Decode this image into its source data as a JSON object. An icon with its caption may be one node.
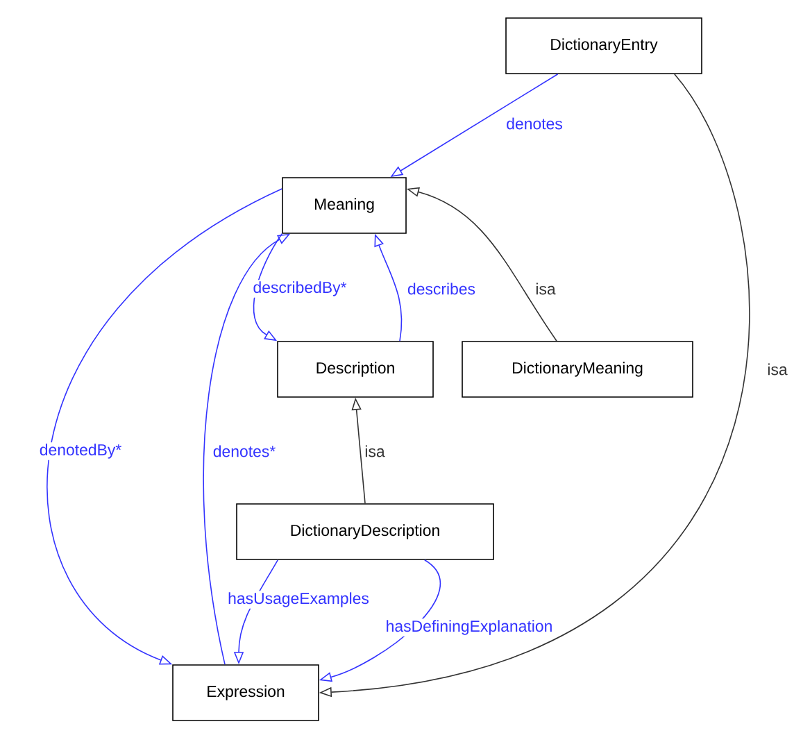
{
  "diagram": {
    "nodes": [
      {
        "text": [
          "DictionaryEntry"
        ]
      },
      {
        "text": [
          "Meaning"
        ]
      },
      {
        "text": [
          "Description"
        ]
      },
      {
        "text": [
          "DictionaryMeaning"
        ]
      },
      {
        "text": [
          "DictionaryDescription"
        ]
      },
      {
        "text": [
          "Expression"
        ]
      }
    ],
    "edges": [
      {
        "from": 0,
        "to": 1,
        "arrow": "to",
        "label": "denotes",
        "color": "#3333ff"
      },
      {
        "from": 1,
        "to": 2,
        "arrow": "to",
        "label": "describedBy*",
        "color": "#3333ff"
      },
      {
        "from": 2,
        "to": 1,
        "arrow": "to",
        "label": "describes",
        "color": "#3333ff"
      },
      {
        "from": 3,
        "to": 1,
        "arrow": "to",
        "label": "isa",
        "color": "#333333"
      },
      {
        "from": 1,
        "to": 5,
        "arrow": "to",
        "label": "denotedBy*",
        "color": "#3333ff"
      },
      {
        "from": 5,
        "to": 1,
        "arrow": "to",
        "label": "denotes*",
        "color": "#3333ff"
      },
      {
        "from": 4,
        "to": 2,
        "arrow": "to",
        "label": "isa",
        "color": "#333333"
      },
      {
        "from": 0,
        "to": 5,
        "arrow": "to",
        "label": "isa",
        "color": "#333333"
      },
      {
        "from": 4,
        "to": 5,
        "arrow": "to",
        "label": "hasUsageExamples",
        "color": "#3333ff"
      },
      {
        "from": 4,
        "to": 5,
        "arrow": "to",
        "label": "hasDefiningExplanation",
        "color": "#3333ff"
      }
    ]
  }
}
